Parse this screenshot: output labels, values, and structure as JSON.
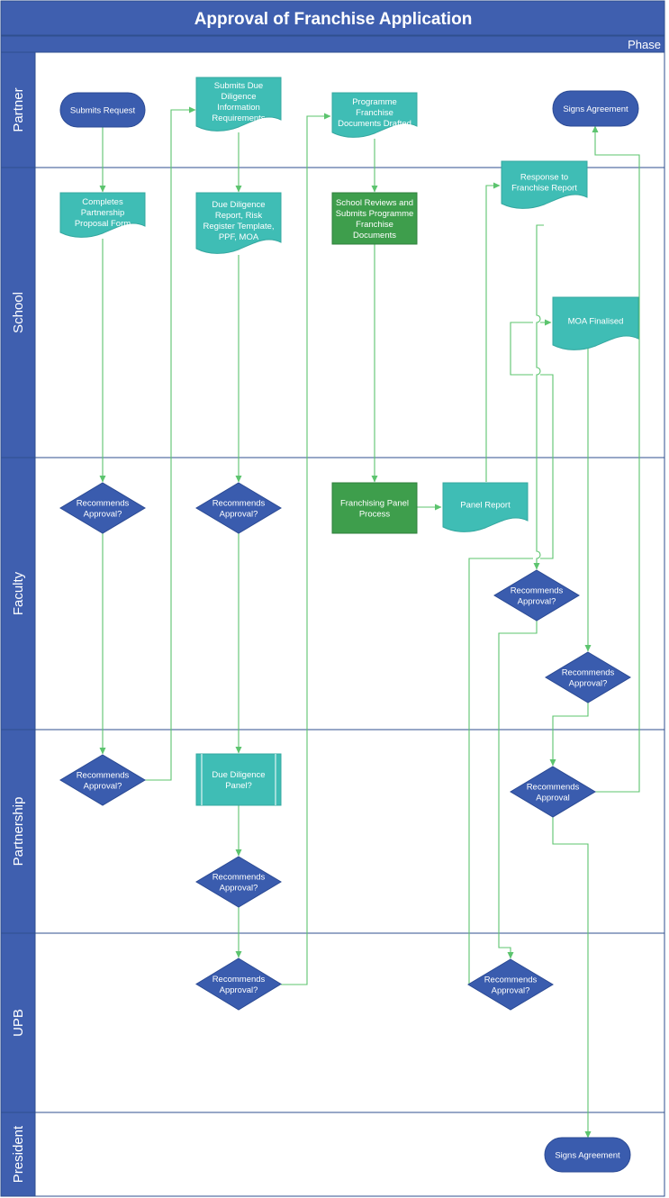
{
  "title": "Approval of Franchise Application",
  "phase_label": "Phase",
  "lanes": [
    {
      "id": "partner",
      "label": "Partner"
    },
    {
      "id": "school",
      "label": "School"
    },
    {
      "id": "faculty",
      "label": "Faculty"
    },
    {
      "id": "partnership",
      "label": "Partnership"
    },
    {
      "id": "upb",
      "label": "UPB"
    },
    {
      "id": "president",
      "label": "President"
    }
  ],
  "nodes": [
    {
      "id": "submits-request",
      "lane": "partner",
      "shape": "terminator",
      "lines": [
        "Submits Request"
      ]
    },
    {
      "id": "submits-due-diligence",
      "lane": "partner",
      "shape": "document",
      "lines": [
        "Submits Due",
        "Diligence",
        "Information",
        "Requirements"
      ]
    },
    {
      "id": "programme-docs-drafted",
      "lane": "partner",
      "shape": "document",
      "lines": [
        "Programme",
        "Franchise",
        "Documents Drafted"
      ]
    },
    {
      "id": "signs-agreement-partner",
      "lane": "partner",
      "shape": "terminator",
      "lines": [
        "Signs Agreement"
      ]
    },
    {
      "id": "completes-proposal",
      "lane": "school",
      "shape": "document",
      "lines": [
        "Completes",
        "Partnership",
        "Proposal Form"
      ]
    },
    {
      "id": "due-diligence-report",
      "lane": "school",
      "shape": "document",
      "lines": [
        "Due Diligence",
        "Report, Risk",
        "Register Template,",
        "PPF, MOA"
      ]
    },
    {
      "id": "school-reviews",
      "lane": "school",
      "shape": "process",
      "lines": [
        "School Reviews and",
        "Submits Programme",
        "Franchise",
        "Documents"
      ]
    },
    {
      "id": "response-to-report",
      "lane": "school",
      "shape": "document",
      "lines": [
        "Response to",
        "Franchise Report"
      ]
    },
    {
      "id": "moa-finalised",
      "lane": "school",
      "shape": "document",
      "lines": [
        "MOA Finalised"
      ]
    },
    {
      "id": "faculty-decision-1",
      "lane": "faculty",
      "shape": "decision",
      "lines": [
        "Recommends",
        "Approval?"
      ]
    },
    {
      "id": "faculty-decision-2",
      "lane": "faculty",
      "shape": "decision",
      "lines": [
        "Recommends",
        "Approval?"
      ]
    },
    {
      "id": "franchising-panel",
      "lane": "faculty",
      "shape": "process",
      "lines": [
        "Franchising Panel",
        "Process"
      ]
    },
    {
      "id": "panel-report",
      "lane": "faculty",
      "shape": "document",
      "lines": [
        "Panel Report"
      ]
    },
    {
      "id": "faculty-decision-3",
      "lane": "faculty",
      "shape": "decision",
      "lines": [
        "Recommends",
        "Approval?"
      ]
    },
    {
      "id": "faculty-decision-4",
      "lane": "faculty",
      "shape": "decision",
      "lines": [
        "Recommends",
        "Approval?"
      ]
    },
    {
      "id": "partnership-decision-1",
      "lane": "partnership",
      "shape": "decision",
      "lines": [
        "Recommends",
        "Approval?"
      ]
    },
    {
      "id": "due-diligence-panel",
      "lane": "partnership",
      "shape": "subprocess",
      "lines": [
        "Due Diligence",
        "Panel?"
      ]
    },
    {
      "id": "partnership-decision-2",
      "lane": "partnership",
      "shape": "decision",
      "lines": [
        "Recommends",
        "Approval?"
      ]
    },
    {
      "id": "partnership-decision-3",
      "lane": "partnership",
      "shape": "decision",
      "lines": [
        "Recommends",
        "Approval"
      ]
    },
    {
      "id": "upb-decision-1",
      "lane": "upb",
      "shape": "decision",
      "lines": [
        "Recommends",
        "Approval?"
      ]
    },
    {
      "id": "upb-decision-2",
      "lane": "upb",
      "shape": "decision",
      "lines": [
        "Recommends",
        "Approval?"
      ]
    },
    {
      "id": "signs-agreement-president",
      "lane": "president",
      "shape": "terminator",
      "lines": [
        "Signs Agreement"
      ]
    }
  ],
  "colors": {
    "header": "#3f5faf",
    "lane_label": "#3f5faf",
    "lane_border": "#2f4f8f",
    "terminator": "#3a5cae",
    "decision": "#3a5cae",
    "document": "#3fbdb5",
    "process": "#3e9e4c",
    "subprocess": "#3fbdb5",
    "connector": "#5cc46e"
  }
}
